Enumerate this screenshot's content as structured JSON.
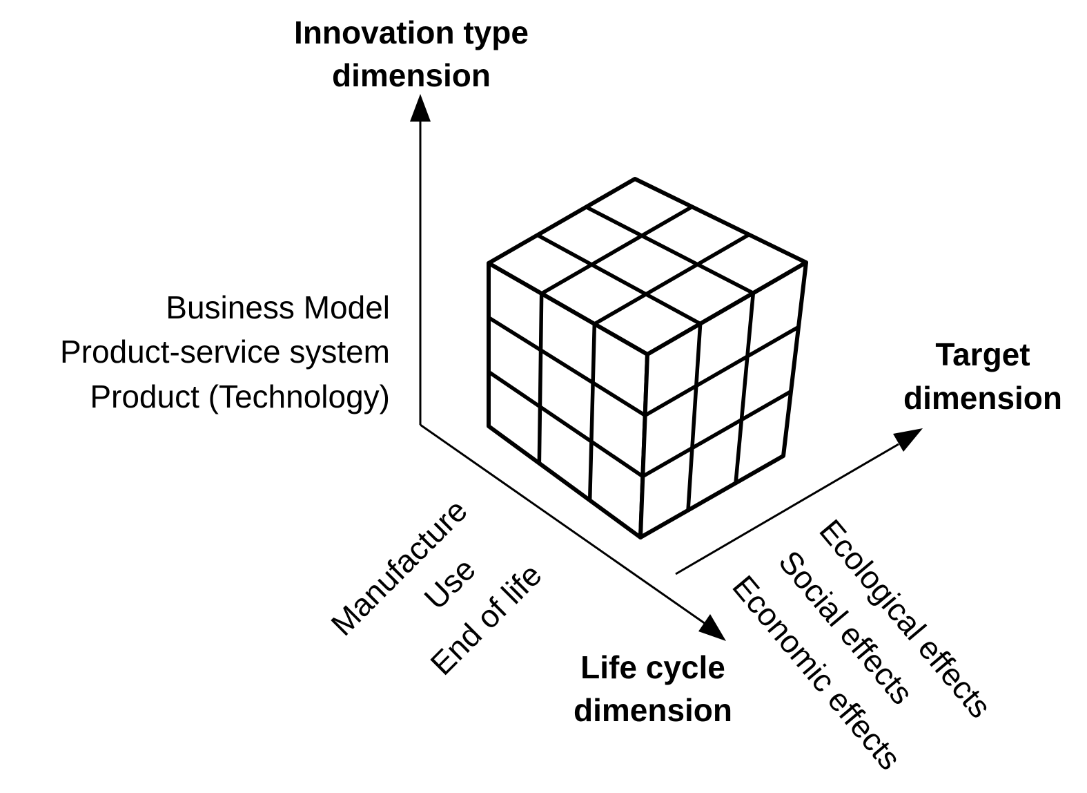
{
  "axes": {
    "innovation_type": {
      "title_lines": [
        "Innovation type",
        "dimension"
      ],
      "levels": [
        "Business Model",
        "Product-service system",
        "Product (Technology)"
      ]
    },
    "target": {
      "title_lines": [
        "Target",
        "dimension"
      ],
      "levels": [
        "Ecological effects",
        "Social effects",
        "Economic effects"
      ]
    },
    "life_cycle": {
      "title_lines": [
        "Life cycle",
        "dimension"
      ],
      "levels": [
        "Manufacture",
        "Use",
        "End of life"
      ]
    }
  },
  "cube": {
    "divisions": 3
  },
  "colors": {
    "line": "#000000",
    "background": "#ffffff"
  }
}
